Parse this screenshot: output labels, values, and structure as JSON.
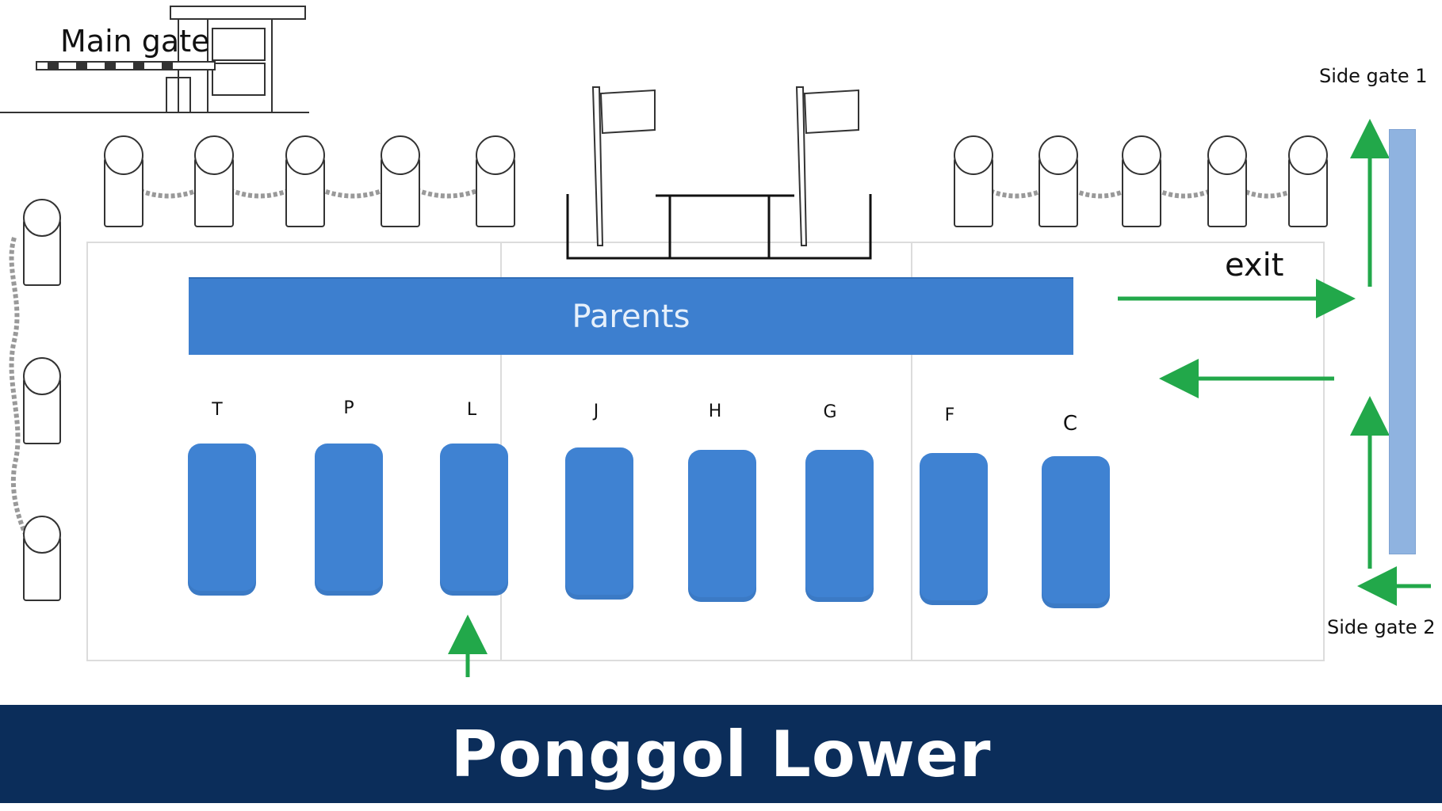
{
  "labels": {
    "main_gate": "Main gate",
    "side_gate_1": "Side gate 1",
    "side_gate_2": "Side gate 2",
    "exit": "exit",
    "parents": "Parents"
  },
  "classes": [
    "T",
    "P",
    "L",
    "J",
    "H",
    "G",
    "F",
    "C"
  ],
  "banner": {
    "title": "Ponggol Lower"
  },
  "colors": {
    "block_blue": "#3f82d2",
    "banner_navy": "#0b2d5a",
    "arrow_green": "#22a84a",
    "strip_blue": "#8fb3e0"
  },
  "icons": [
    "guardhouse-icon",
    "barrier-gate-icon",
    "bollard-chain-icon",
    "flag-icon",
    "arrow-icon"
  ]
}
